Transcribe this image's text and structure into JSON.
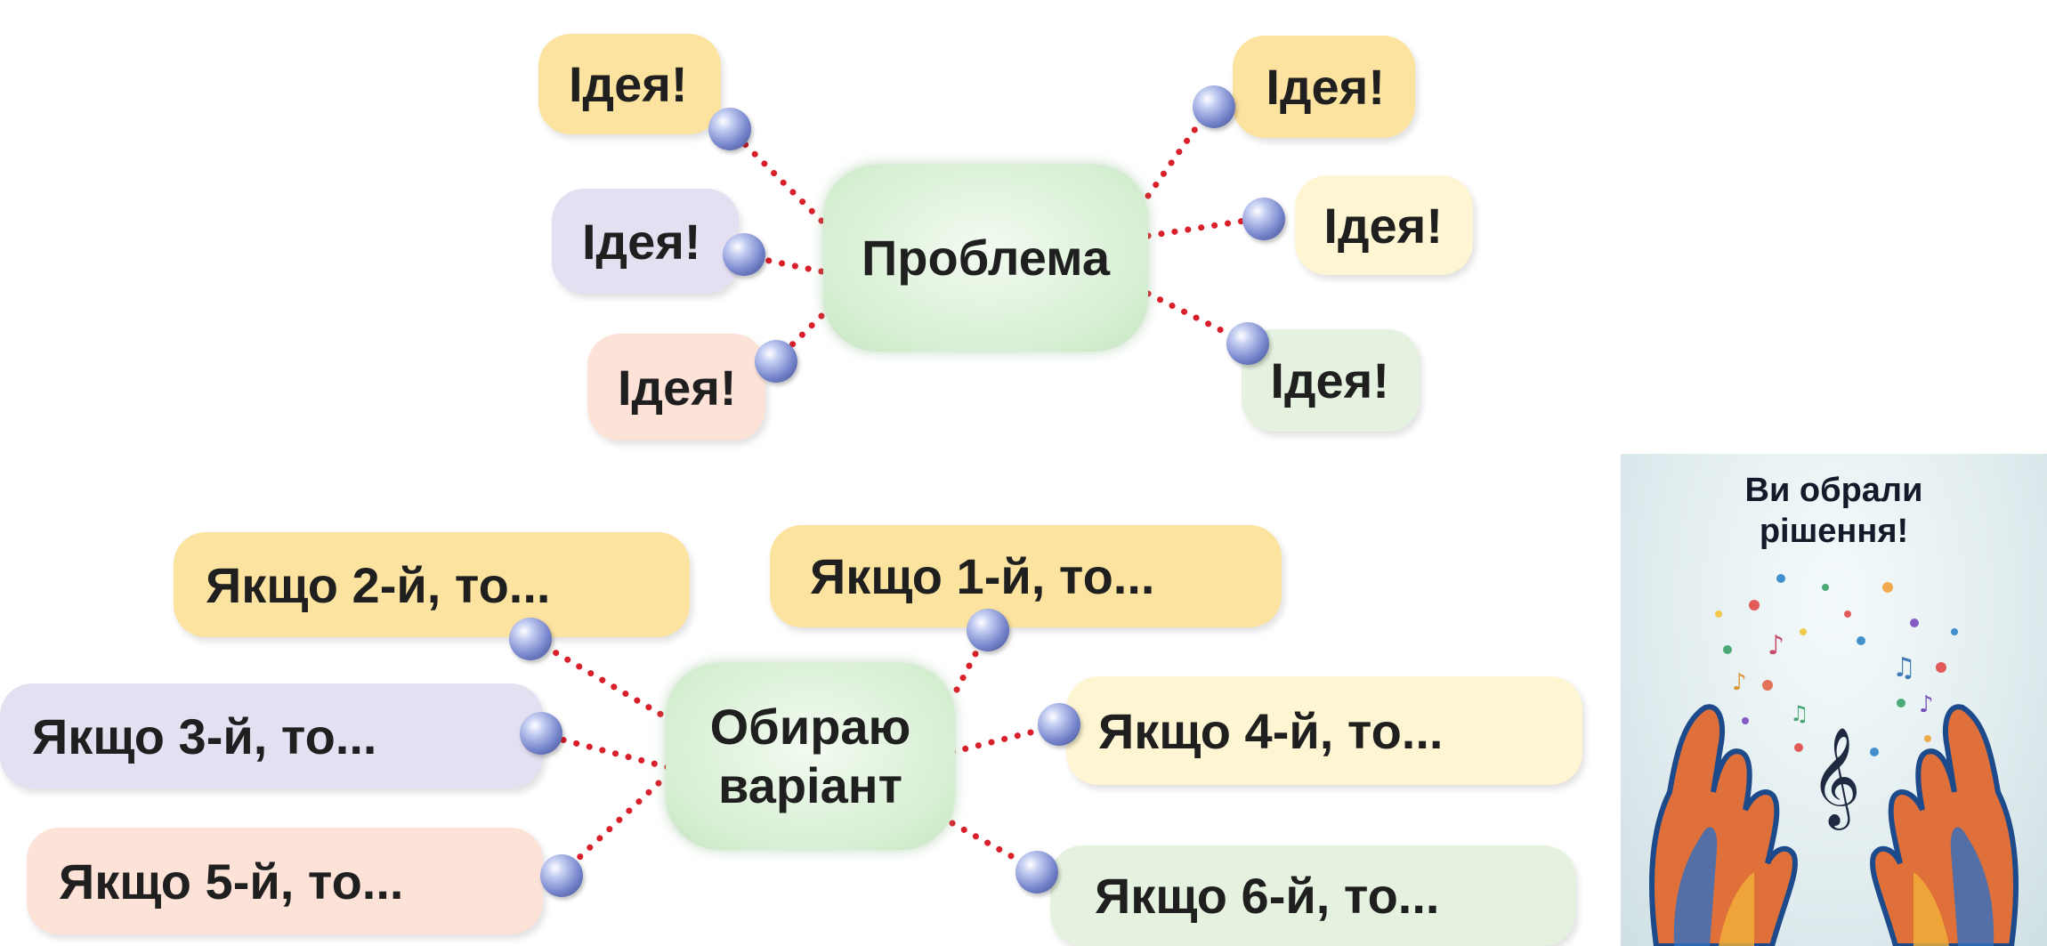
{
  "top_map": {
    "center": "Проблема",
    "ideas": [
      "Ідея!",
      "Ідея!",
      "Ідея!",
      "Ідея!",
      "Ідея!",
      "Ідея!"
    ]
  },
  "bottom_map": {
    "center_line1": "Обираю",
    "center_line2": "варіант",
    "options": [
      "Якщо 1-й, то...",
      "Якщо 2-й, то...",
      "Якщо 3-й, то...",
      "Якщо 4-й, то...",
      "Якщо 5-й, то...",
      "Якщо 6-й, то..."
    ]
  },
  "picture": {
    "caption_line1": "Ви обрали",
    "caption_line2": "рішення!"
  },
  "colors": {
    "connector": "#d91f2a",
    "yellow": "#fde3a0",
    "purple": "#e4e0f2",
    "peach": "#fde2d8",
    "cream": "#fef6d2",
    "green": "#e5f2df",
    "node_ball": "#7686cc"
  }
}
